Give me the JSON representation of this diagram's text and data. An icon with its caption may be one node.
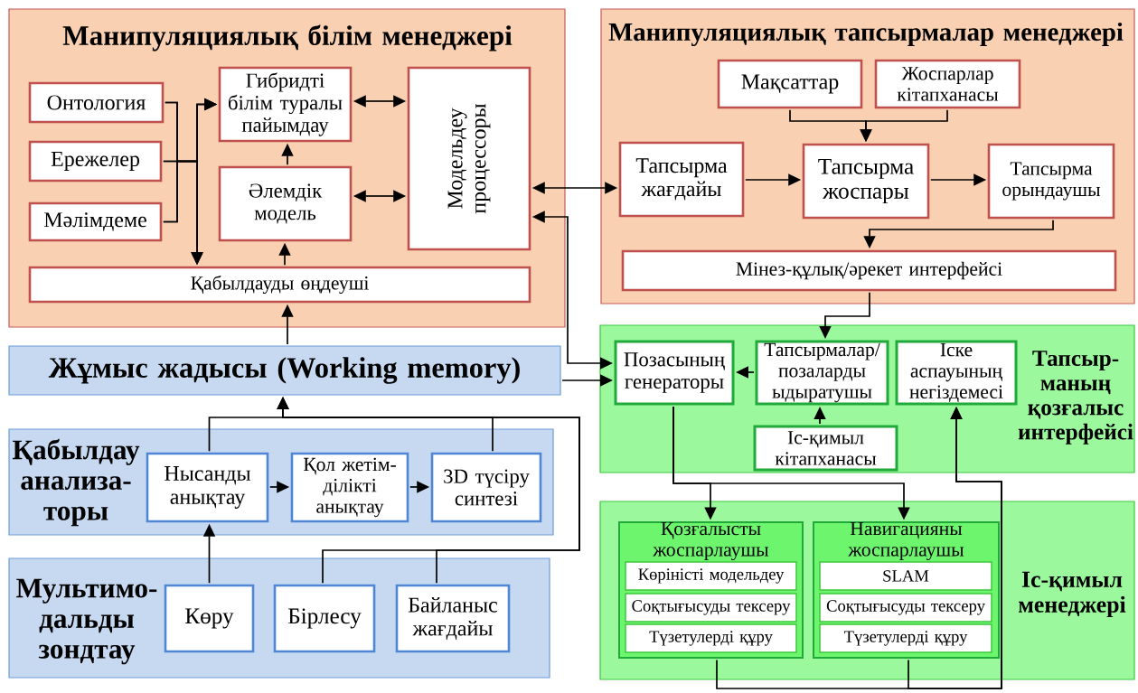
{
  "diagram": {
    "nodes": [
      {
        "text": [
          "Манипуляциялық білім менеджері"
        ]
      },
      {
        "text": [
          "Онтология"
        ],
        "in": 0
      },
      {
        "text": [
          "Ережелер"
        ],
        "in": 0
      },
      {
        "text": [
          "Мәлімдеме"
        ],
        "in": 0
      },
      {
        "text": [
          "Гибридті білім туралы пайымдау"
        ],
        "in": 0
      },
      {
        "text": [
          "Әлемдік модель"
        ],
        "in": 0
      },
      {
        "text": [
          "Модельдеу процессоры"
        ],
        "in": 0
      },
      {
        "text": [
          "Қабылдауды өңдеуші"
        ],
        "in": 0
      },
      {
        "text": [
          "Манипуляциялық тапсырмалар менеджері"
        ]
      },
      {
        "text": [
          "Мақсаттар"
        ],
        "in": 8
      },
      {
        "text": [
          "Жоспарлар кітапханасы"
        ],
        "in": 8
      },
      {
        "text": [
          "Тапсырма жағдайы"
        ],
        "in": 8
      },
      {
        "text": [
          "Тапсырма жоспары"
        ],
        "in": 8
      },
      {
        "text": [
          "Тапсырма орындаушы"
        ],
        "in": 8
      },
      {
        "text": [
          "Мінез-құлық/әрекет интерфейсі"
        ],
        "in": 8
      },
      {
        "text": [
          "Жұмыс жадысы (Working memory)"
        ]
      },
      {
        "text": [
          "Қабылдау анализа-торы"
        ]
      },
      {
        "text": [
          "Нысанды анықтау"
        ],
        "in": 16
      },
      {
        "text": [
          "Қол жетім-ділікті анықтау"
        ],
        "in": 16
      },
      {
        "text": [
          "3D түсіру синтезі"
        ],
        "in": 16
      },
      {
        "text": [
          "Мультимо-дальды зондтау"
        ]
      },
      {
        "text": [
          "Көру"
        ],
        "in": 20
      },
      {
        "text": [
          "Бірлесу"
        ],
        "in": 20
      },
      {
        "text": [
          "Байланыс жағдайы"
        ],
        "in": 20
      },
      {
        "text": [
          "Тапсыр-маның қозғалыс интерфейсі"
        ]
      },
      {
        "text": [
          "Позасының генераторы"
        ],
        "in": 24
      },
      {
        "text": [
          "Тапсырмалар/ позаларды ыдыратушы"
        ],
        "in": 24
      },
      {
        "text": [
          "Іске аспауының негіздемесі"
        ],
        "in": 24
      },
      {
        "text": [
          "Іс-қимыл кітапханасы"
        ],
        "in": 24
      },
      {
        "text": [
          "Іс-қимыл менеджері"
        ]
      },
      {
        "text": [
          "Қозғалысты жоспарлаушы"
        ],
        "in": 29
      },
      {
        "text": [
          "Көріністі модельдеу"
        ],
        "in": 30
      },
      {
        "text": [
          "Соқтығысуды тексеру"
        ],
        "in": 30
      },
      {
        "text": [
          "Түзетулерді құру"
        ],
        "in": 30
      },
      {
        "text": [
          "Навигацияны жоспарлаушы"
        ],
        "in": 29
      },
      {
        "text": [
          "SLAM"
        ],
        "in": 34
      },
      {
        "text": [
          "Соқтығысуды тексеру"
        ],
        "in": 34
      },
      {
        "text": [
          "Түзетулерді құру"
        ],
        "in": 34
      }
    ],
    "edges": [
      {
        "from": 1,
        "to": 4,
        "arrow": "to"
      },
      {
        "from": 2,
        "to": 4,
        "arrow": "to"
      },
      {
        "from": 3,
        "to": 4,
        "arrow": "to"
      },
      {
        "from": 1,
        "to": 7,
        "arrow": "to"
      },
      {
        "from": 2,
        "to": 7,
        "arrow": "to"
      },
      {
        "from": 3,
        "to": 7,
        "arrow": "to"
      },
      {
        "from": 5,
        "to": 4,
        "arrow": "to"
      },
      {
        "from": 7,
        "to": 5,
        "arrow": "to"
      },
      {
        "from": 4,
        "to": 6,
        "arrow": "both"
      },
      {
        "from": 5,
        "to": 6,
        "arrow": "both"
      },
      {
        "from": 15,
        "to": 7,
        "arrow": "to"
      },
      {
        "from": 6,
        "to": 11,
        "arrow": "both"
      },
      {
        "from": 6,
        "to": 25,
        "arrow": "both"
      },
      {
        "from": 15,
        "to": 25,
        "arrow": "to"
      },
      {
        "from": 9,
        "to": 12,
        "arrow": "to"
      },
      {
        "from": 10,
        "to": 12,
        "arrow": "to"
      },
      {
        "from": 11,
        "to": 12,
        "arrow": "to"
      },
      {
        "from": 12,
        "to": 13,
        "arrow": "to"
      },
      {
        "from": 13,
        "to": 14,
        "arrow": "to"
      },
      {
        "from": 14,
        "to": 26,
        "arrow": "to"
      },
      {
        "from": 17,
        "to": 15,
        "arrow": "to"
      },
      {
        "from": 19,
        "to": 15,
        "arrow": "to"
      },
      {
        "from": 22,
        "to": 15,
        "arrow": "to"
      },
      {
        "from": 23,
        "to": 15,
        "arrow": "to"
      },
      {
        "from": 21,
        "to": 17,
        "arrow": "to"
      },
      {
        "from": 17,
        "to": 18,
        "arrow": "to"
      },
      {
        "from": 18,
        "to": 19,
        "arrow": "to"
      },
      {
        "from": 26,
        "to": 25,
        "arrow": "to"
      },
      {
        "from": 28,
        "to": 26,
        "arrow": "to"
      },
      {
        "from": 25,
        "to": 30,
        "arrow": "to"
      },
      {
        "from": 25,
        "to": 34,
        "arrow": "to"
      },
      {
        "from": 30,
        "to": 27,
        "arrow": "to"
      },
      {
        "from": 34,
        "to": 27,
        "arrow": "to"
      }
    ]
  }
}
